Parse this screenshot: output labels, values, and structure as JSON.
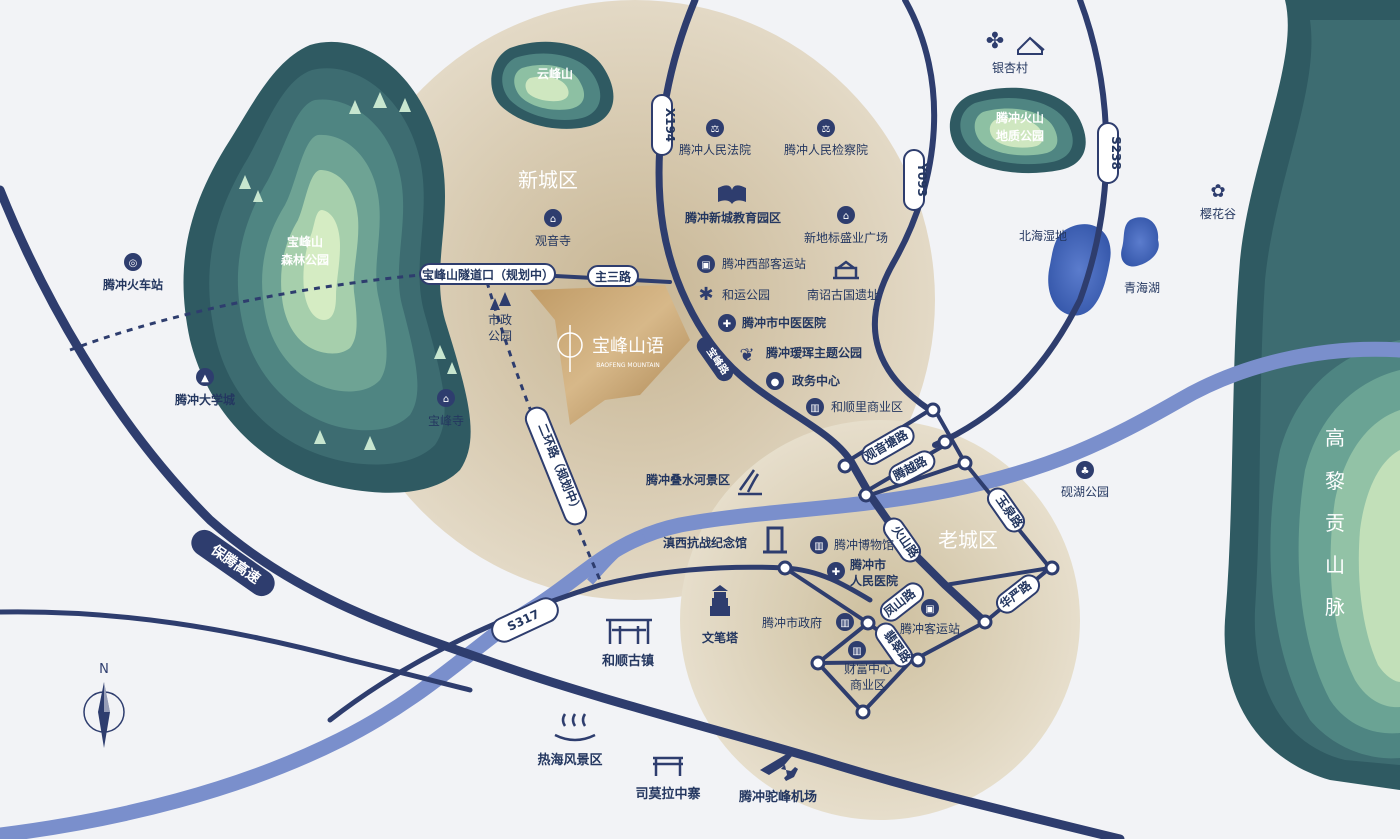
{
  "districts": {
    "new_city": "新城区",
    "old_city": "老城区"
  },
  "mountains": {
    "yunfeng": "云峰山",
    "baofeng_line1": "宝峰山",
    "baofeng_line2": "森林公园",
    "volcano_line1": "腾冲火山",
    "volcano_line2": "地质公园",
    "gaoligong": [
      "高",
      "黎",
      "贡",
      "山",
      "脉"
    ]
  },
  "project": {
    "name": "宝峰山语",
    "subtitle": "BAOFENG MOUNTAIN"
  },
  "roads": {
    "x194": "X194",
    "y093": "Y093",
    "s238": "S238",
    "s317": "S317",
    "baoteng": "保腾高速",
    "tunnel": "宝峰山隧道口（规划中）",
    "zhusan": "主三路",
    "erhuan": "二环路（规划中）",
    "baofeng_rd": "宝峰路",
    "guanyintang": "观音塘路",
    "tengyue": "腾越路",
    "yuquan": "玉泉路",
    "huoshan": "火山路",
    "huayan": "华严路",
    "fengshan": "凤山路",
    "feicui": "翡翠路"
  },
  "pois": {
    "court": "腾冲人民法院",
    "procuratorate": "腾冲人民检察院",
    "yinxing": "银杏村",
    "edu_park": "腾冲新城教育园区",
    "guanyin_temple": "观音寺",
    "landmark_mall": "新地标盛业广场",
    "beihai_wetland": "北海湿地",
    "qinghai_lake": "青海湖",
    "sakura": "樱花谷",
    "west_bus": "腾冲西部客运站",
    "heyun_park": "和运公园",
    "nanzhao": "南诏古国遗址",
    "railway": "腾冲火车站",
    "municipal_park_1": "市政",
    "municipal_park_2": "公园",
    "tcm_hospital": "腾冲市中医医院",
    "aihui_park": "腾冲瑷珲主题公园",
    "gov_center": "政务中心",
    "university": "腾冲大学城",
    "heshunli": "和顺里商业区",
    "baofeng_temple": "宝峰寺",
    "dieshui": "腾冲叠水河景区",
    "yanhu": "砚湖公园",
    "memorial": "滇西抗战纪念馆",
    "museum": "腾冲博物馆",
    "hospital_line1": "腾冲市",
    "hospital_line2": "人民医院",
    "wenbi": "文笔塔",
    "gov": "腾冲市政府",
    "bus_station": "腾冲客运站",
    "heshun": "和顺古镇",
    "finance_line1": "财富中心",
    "finance_line2": "商业区",
    "rehai": "热海风景区",
    "simola": "司莫拉中寨",
    "airport": "腾冲驼峰机场"
  },
  "compass": {
    "north": "N"
  },
  "colors": {
    "navy": "#2e3d6e",
    "river": "#7a8fcc",
    "mountain": "#3f6f73",
    "tan": "#d3c8b2"
  }
}
